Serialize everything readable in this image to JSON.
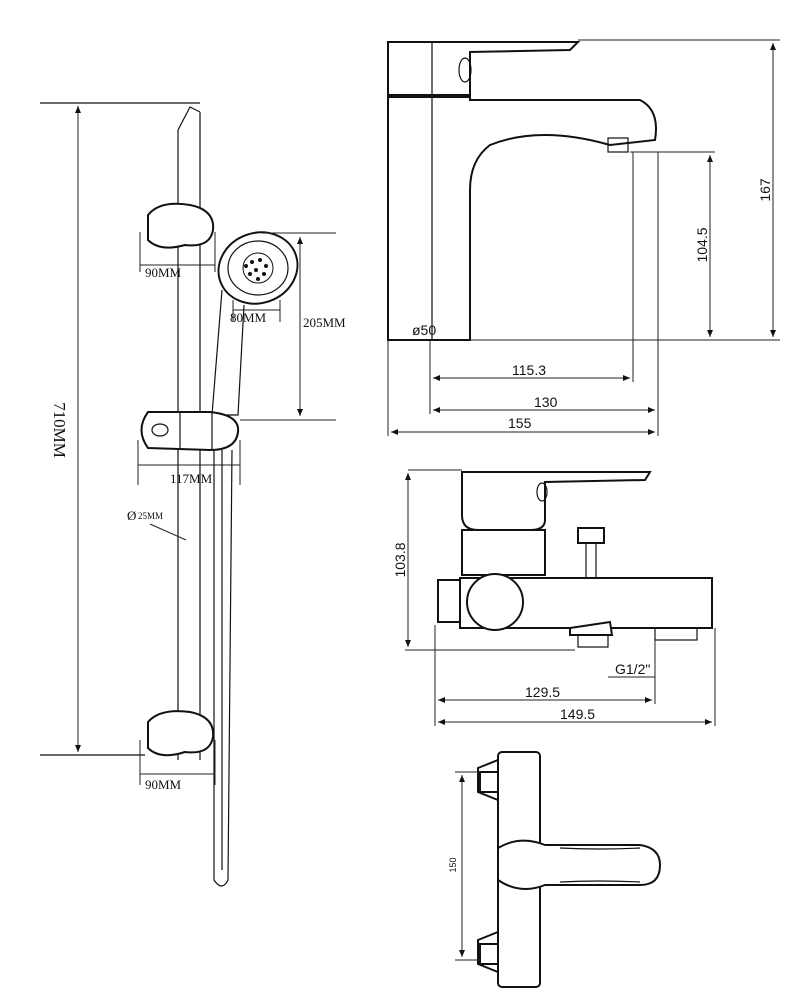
{
  "shower_set": {
    "rail_length": "710MM",
    "top_bracket_width": "90MM",
    "bottom_bracket_width": "90MM",
    "head_diameter": "80MM",
    "handset_length": "205MM",
    "slider_width": "117MM",
    "rod_diameter_symbol": "Ø",
    "rod_diameter": "25MM"
  },
  "basin_faucet": {
    "height": "167",
    "spout_height": "104.5",
    "base_diameter": "ø50",
    "dim_1": "115.3",
    "dim_2": "130",
    "dim_3": "155"
  },
  "bath_mixer": {
    "height": "103.8",
    "thread": "G1/2\"",
    "dim_1": "129.5",
    "dim_2": "149.5"
  },
  "wall_mixer": {
    "centers": "150"
  }
}
